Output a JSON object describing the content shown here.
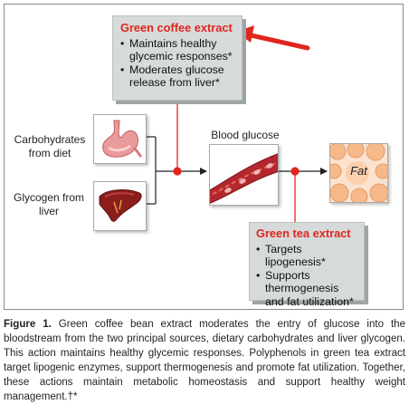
{
  "diagram": {
    "coffee_box": {
      "title": "Green coffee extract",
      "bullets": [
        "Maintains healthy glycemic responses*",
        "Moderates glucose release from liver*"
      ]
    },
    "tea_box": {
      "title": "Green tea extract",
      "bullets": [
        "Targets lipogenesis*",
        "Supports thermogenesis and fat utilization*"
      ]
    },
    "sources": {
      "carbohydrates_label": "Carbohydrates from diet",
      "glycogen_label": "Glycogen from liver"
    },
    "blood_glucose_label": "Blood glucose",
    "fat_label": "Fat",
    "colors": {
      "accent_red": "#e0261e",
      "box_gray": "#d6dada",
      "fat_bg": "#fbe3cf"
    }
  },
  "caption": {
    "figure_label": "Figure 1.",
    "text": "Green coffee bean extract moderates the entry of glucose into the bloodstream from the two principal sources, dietary carbohydrates and liver glycogen. This action maintains healthy glycemic responses. Polyphenols in green tea extract target lipogenic enzymes, support thermogenesis and promote fat utilization. Together, these actions maintain metabolic homeostasis and support healthy weight management.†*"
  }
}
